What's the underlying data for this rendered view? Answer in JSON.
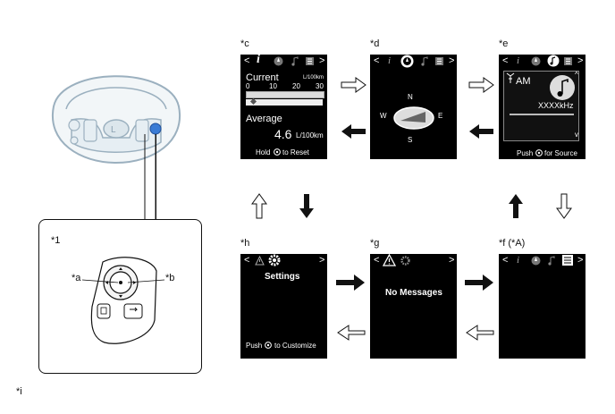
{
  "labels": {
    "c": "*c",
    "d": "*d",
    "e": "*e",
    "h": "*h",
    "g": "*g",
    "f": "*f (*A)",
    "one": "*1",
    "a": "*a",
    "b": "*b",
    "i": "*i"
  },
  "screen_c": {
    "nav_left": "<",
    "nav_right": ">",
    "current_label": "Current",
    "unit_small": "L/100km",
    "ticks": [
      "0",
      "10",
      "20",
      "30"
    ],
    "average_label": "Average",
    "average_value": "4.6",
    "average_unit": "L/100km",
    "hold_text_before": "Hold",
    "hold_text_after": "to Reset"
  },
  "screen_d": {
    "nav_left": "<",
    "nav_right": ">",
    "n": "N",
    "s": "S",
    "w": "W",
    "e": "E"
  },
  "screen_e": {
    "nav_left": "<",
    "nav_right": ">",
    "band": "AM",
    "freq": "XXXXkHz",
    "scroll_up": "^",
    "scroll_down": "v",
    "push_before": "Push",
    "push_after": "for Source"
  },
  "screen_h": {
    "nav_left": "<",
    "nav_right": ">",
    "title": "Settings",
    "push_before": "Push",
    "push_after": "to Customize"
  },
  "screen_g": {
    "nav_left": "<",
    "nav_right": ">",
    "title": "No Messages"
  },
  "screen_f": {
    "nav_left": "<",
    "nav_right": ">"
  },
  "colors": {
    "screen": "#000000",
    "switch_blue": "#3a7bd5",
    "wheel_stroke": "#9bb0bf",
    "wheel_fill": "#e6eef3"
  }
}
